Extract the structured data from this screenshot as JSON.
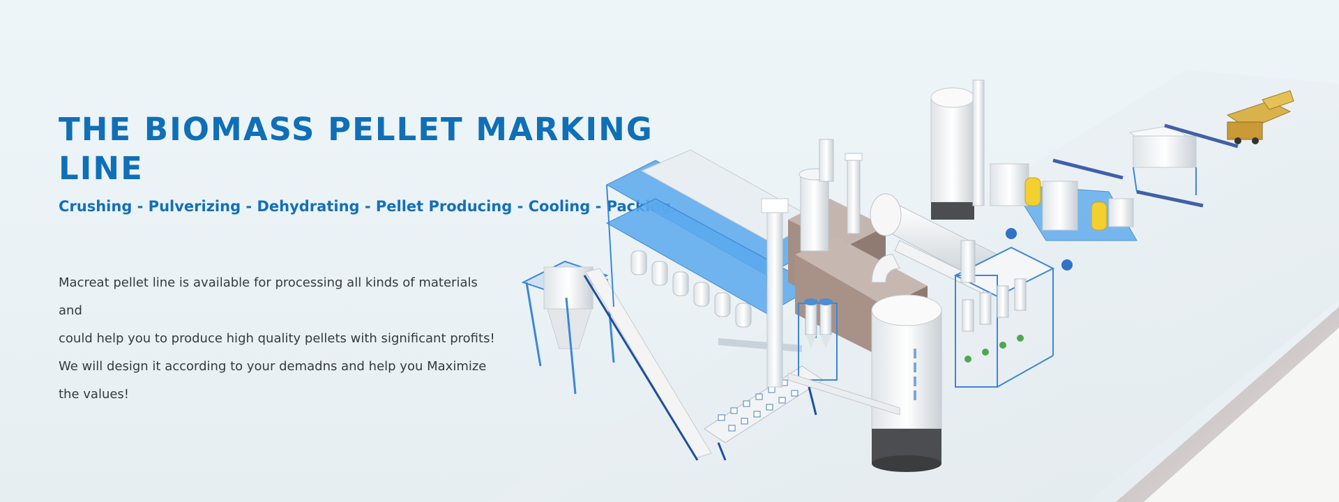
{
  "hero": {
    "title": "THE BIOMASS PELLET MARKING LINE",
    "subtitle": "Crushing - Pulverizing - Dehydrating - Pellet Producing - Cooling - Packing",
    "description_lines": [
      "Macreat pellet line is available for processing all kinds of materials and",
      "could help you to produce high quality pellets with significant profits!",
      "We will design it according to your demadns and help you Maximize",
      "the values!"
    ]
  },
  "colors": {
    "title_blue": "#0f6fb7",
    "frame_blue": "#3b86d8",
    "panel_blue": "#5aa9ee",
    "brown": "#a58e83",
    "background": "#eef5f8"
  },
  "illustration": {
    "icon": "pellet-production-line-illustration"
  }
}
